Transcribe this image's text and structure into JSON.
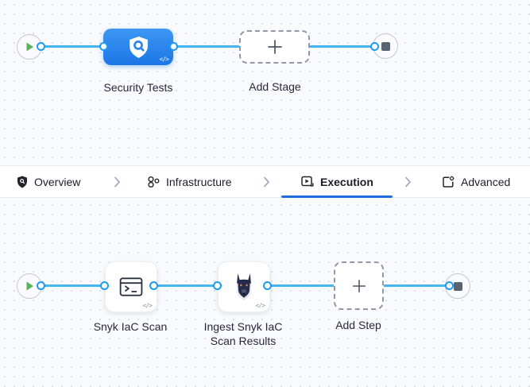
{
  "stage_flow": {
    "node_label": "Security Tests",
    "add_label": "Add Stage"
  },
  "tabs": [
    {
      "label": "Overview",
      "icon": "shield-icon",
      "active": false
    },
    {
      "label": "Infrastructure",
      "icon": "cluster-icon",
      "active": false
    },
    {
      "label": "Execution",
      "icon": "play-box-icon",
      "active": true
    },
    {
      "label": "Advanced",
      "icon": "panel-gear-icon",
      "active": false
    }
  ],
  "step_flow": {
    "steps": [
      {
        "label": "Snyk IaC Scan",
        "icon": "terminal-icon"
      },
      {
        "label": "Ingest Snyk IaC Scan Results",
        "icon": "snyk-dog-icon"
      }
    ],
    "add_label": "Add Step"
  },
  "code_badge": "</>",
  "colors": {
    "canvas_bg": "#f8fafd",
    "grid_dot": "#d3d8e5",
    "flow_line": "#45b4f2",
    "connector_ring": "#1d9bf0",
    "stage_node_blue": "#2b86ea",
    "tab_underline_blue": "#1f6ce1",
    "play_green": "#5cb35f",
    "stop_gray": "#5a6372"
  }
}
